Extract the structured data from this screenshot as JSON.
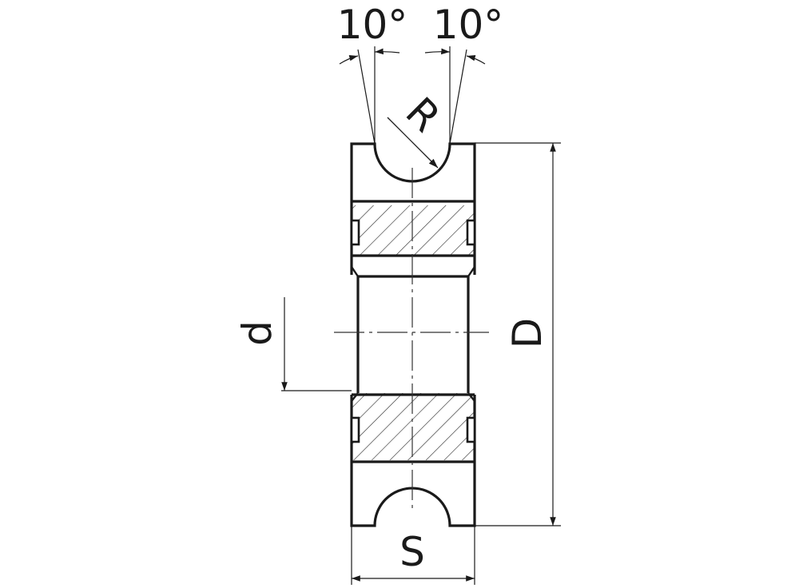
{
  "drawing": {
    "title": "Grooved pulley / sheave cross-section",
    "colors": {
      "line": "#1a1a1a",
      "thin": "#333333",
      "background": "#ffffff"
    },
    "labels": {
      "angle_left": "10°",
      "angle_right": "10°",
      "radius": "R",
      "bore": "d",
      "outer_diameter": "D",
      "width": "S"
    }
  }
}
